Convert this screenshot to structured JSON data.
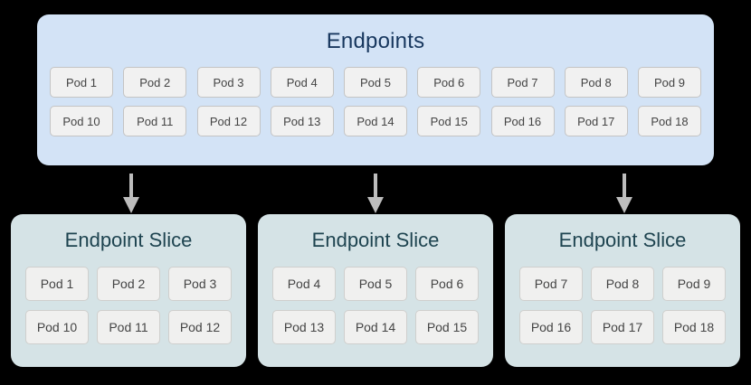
{
  "colors": {
    "endpoints_panel_bg": "#d3e3f6",
    "endpoints_title": "#17375e",
    "slice_panel_bg": "#d5e3e6",
    "slice_title": "#1e4450",
    "pod_chip_bg": "#f1f1f1",
    "pod_chip_border": "#c4c4c4",
    "pod_chip_text": "#444444",
    "arrow": "#bdbdbd",
    "background": "#000000"
  },
  "endpoints": {
    "title": "Endpoints",
    "rows": [
      [
        "Pod 1",
        "Pod 2",
        "Pod 3",
        "Pod 4",
        "Pod 5",
        "Pod 6",
        "Pod 7",
        "Pod 8",
        "Pod 9"
      ],
      [
        "Pod 10",
        "Pod 11",
        "Pod 12",
        "Pod 13",
        "Pod 14",
        "Pod 15",
        "Pod 16",
        "Pod 17",
        "Pod 18"
      ]
    ]
  },
  "arrows": [
    {
      "name": "arrow-to-slice-1"
    },
    {
      "name": "arrow-to-slice-2"
    },
    {
      "name": "arrow-to-slice-3"
    }
  ],
  "slices": [
    {
      "title": "Endpoint Slice",
      "rows": [
        [
          "Pod 1",
          "Pod 2",
          "Pod 3"
        ],
        [
          "Pod 10",
          "Pod 11",
          "Pod 12"
        ]
      ]
    },
    {
      "title": "Endpoint Slice",
      "rows": [
        [
          "Pod 4",
          "Pod 5",
          "Pod 6"
        ],
        [
          "Pod 13",
          "Pod 14",
          "Pod 15"
        ]
      ]
    },
    {
      "title": "Endpoint Slice",
      "rows": [
        [
          "Pod 7",
          "Pod 8",
          "Pod 9"
        ],
        [
          "Pod 16",
          "Pod 17",
          "Pod 18"
        ]
      ]
    }
  ]
}
